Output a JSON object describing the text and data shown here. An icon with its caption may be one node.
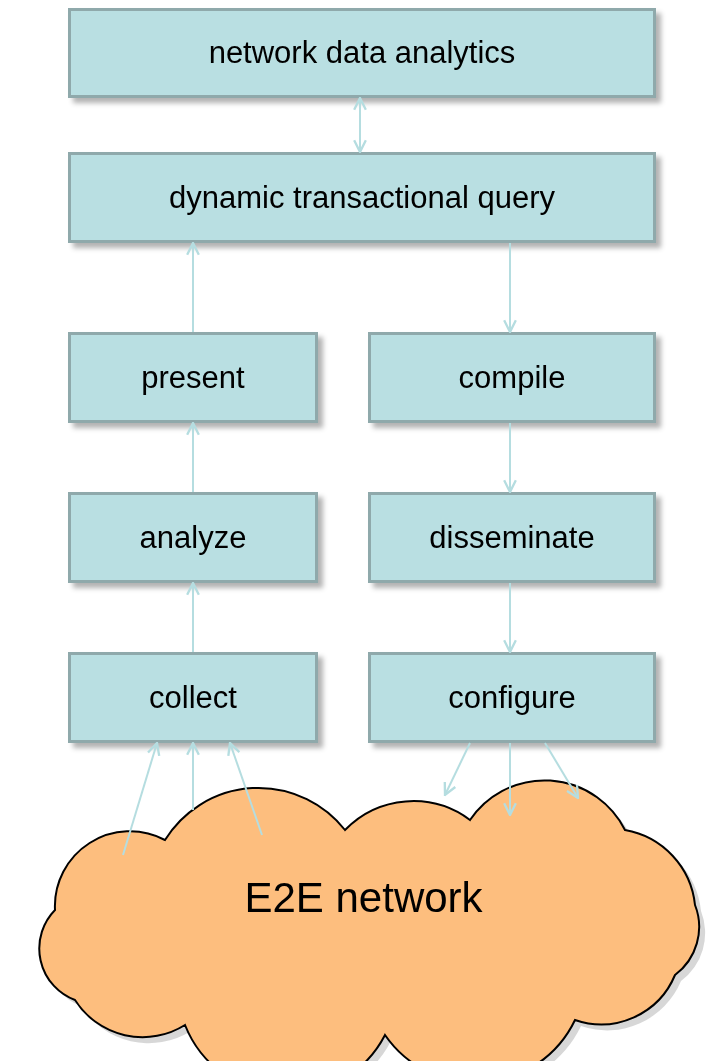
{
  "diagram": {
    "nodes": [
      {
        "text": [
          "network data analytics"
        ]
      },
      {
        "text": [
          "dynamic transactional query"
        ]
      },
      {
        "text": [
          "present"
        ]
      },
      {
        "text": [
          "compile"
        ]
      },
      {
        "text": [
          "analyze"
        ]
      },
      {
        "text": [
          "disseminate"
        ]
      },
      {
        "text": [
          "collect"
        ]
      },
      {
        "text": [
          "configure"
        ]
      },
      {
        "text": [
          "E2E network"
        ]
      }
    ],
    "edges": [
      {
        "from": 0,
        "to": 1,
        "arrow": "both"
      },
      {
        "from": 2,
        "to": 1,
        "arrow": "to"
      },
      {
        "from": 1,
        "to": 3,
        "arrow": "to"
      },
      {
        "from": 4,
        "to": 2,
        "arrow": "to"
      },
      {
        "from": 3,
        "to": 5,
        "arrow": "to"
      },
      {
        "from": 6,
        "to": 4,
        "arrow": "to"
      },
      {
        "from": 5,
        "to": 7,
        "arrow": "to"
      },
      {
        "from": 8,
        "to": 6,
        "arrow": "to"
      },
      {
        "from": 8,
        "to": 6,
        "arrow": "to"
      },
      {
        "from": 8,
        "to": 6,
        "arrow": "to"
      },
      {
        "from": 7,
        "to": 8,
        "arrow": "to"
      },
      {
        "from": 7,
        "to": 8,
        "arrow": "to"
      },
      {
        "from": 7,
        "to": 8,
        "arrow": "to"
      }
    ]
  }
}
